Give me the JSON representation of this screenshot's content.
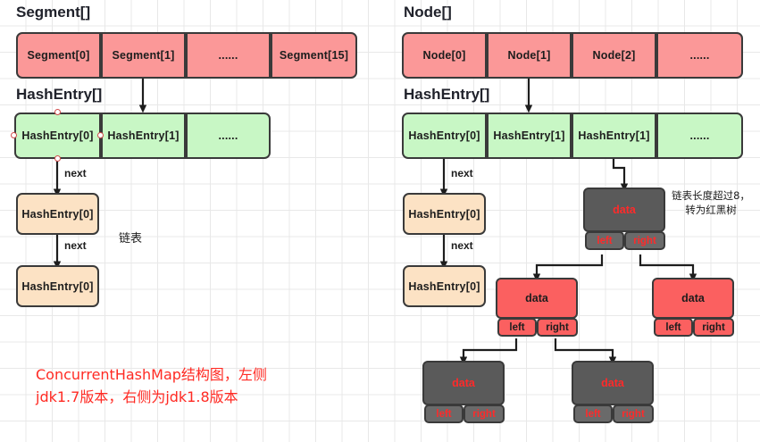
{
  "diagram": {
    "caption": "ConcurrentHashMap结构图，左侧\njdk1.7版本，右侧为jdk1.8版本",
    "caption_color": "#ff2a23"
  },
  "left": {
    "segment_title": "Segment[]",
    "segment_cells": [
      "Segment[0]",
      "Segment[1]",
      "......",
      "Segment[15]"
    ],
    "hashentry_title": "HashEntry[]",
    "hashentry_cells": [
      "HashEntry[0]",
      "HashEntry[1]",
      "......"
    ],
    "chain": [
      {
        "label": "HashEntry[0]"
      },
      {
        "label": "HashEntry[0]"
      }
    ],
    "edge_labels": [
      "next",
      "next"
    ],
    "chain_note": "链表"
  },
  "right": {
    "node_title": "Node[]",
    "node_cells": [
      "Node[0]",
      "Node[1]",
      "Node[2]",
      "......"
    ],
    "hashentry_title": "HashEntry[]",
    "hashentry_cells": [
      "HashEntry[0]",
      "HashEntry[1]",
      "HashEntry[1]",
      "......"
    ],
    "chain": [
      {
        "label": "HashEntry[0]"
      },
      {
        "label": "HashEntry[0]"
      }
    ],
    "edge_labels": [
      "next",
      "next"
    ],
    "tree_note": "链表长度超过8，\n转为红黑树",
    "tree": {
      "root": {
        "data": "data",
        "left": "left",
        "right": "right",
        "color": "gray"
      },
      "level2": [
        {
          "data": "data",
          "left": "left",
          "right": "right",
          "color": "red"
        },
        {
          "data": "data",
          "left": "left",
          "right": "right",
          "color": "red"
        }
      ],
      "level3": [
        {
          "data": "data",
          "left": "left",
          "right": "right",
          "color": "gray"
        },
        {
          "data": "data",
          "left": "left",
          "right": "right",
          "color": "gray"
        }
      ]
    }
  },
  "colors": {
    "array_red": "#fb9898",
    "array_green": "#c8f7c5",
    "chain_peach": "#fce2c4",
    "tree_black": "#5a5a5a",
    "tree_red": "#fb6060",
    "stroke": "#3a3a3a",
    "accent_text": "#ff2a2a"
  }
}
